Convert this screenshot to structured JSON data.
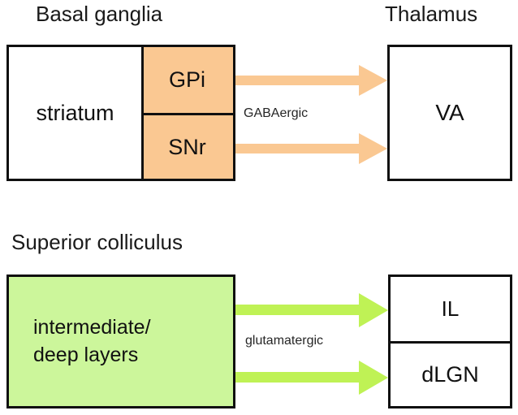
{
  "diagram": {
    "title_basal_ganglia": "Basal ganglia",
    "title_thalamus": "Thalamus",
    "title_superior_colliculus": "Superior colliculus",
    "boxes": {
      "striatum": "striatum",
      "gpi": "GPi",
      "snr": "SNr",
      "va": "VA",
      "sc_layers": "intermediate/\ndeep layers",
      "il": "IL",
      "dlgn": "dLGN"
    },
    "connection_labels": {
      "gabaergic": "GABAergic",
      "glutamatergic": "glutamatergic"
    },
    "colors": {
      "output_nuclei_fill": "#FAC892",
      "gabaergic_arrow": "#FAC892",
      "superior_colliculus_fill": "#CCF69B",
      "glutamatergic_arrow": "#BFF255",
      "stroke": "#101010",
      "text": "#111111",
      "background": "#FFFFFF"
    },
    "arrows": [
      {
        "name": "gpi-to-va",
        "from": "GPi",
        "to": "VA",
        "transmitter": "GABAergic"
      },
      {
        "name": "snr-to-va",
        "from": "SNr",
        "to": "VA",
        "transmitter": "GABAergic"
      },
      {
        "name": "sc-to-il",
        "from": "intermediate/deep layers",
        "to": "IL",
        "transmitter": "glutamatergic"
      },
      {
        "name": "sc-to-dlgn",
        "from": "intermediate/deep layers",
        "to": "dLGN",
        "transmitter": "glutamatergic"
      }
    ]
  }
}
